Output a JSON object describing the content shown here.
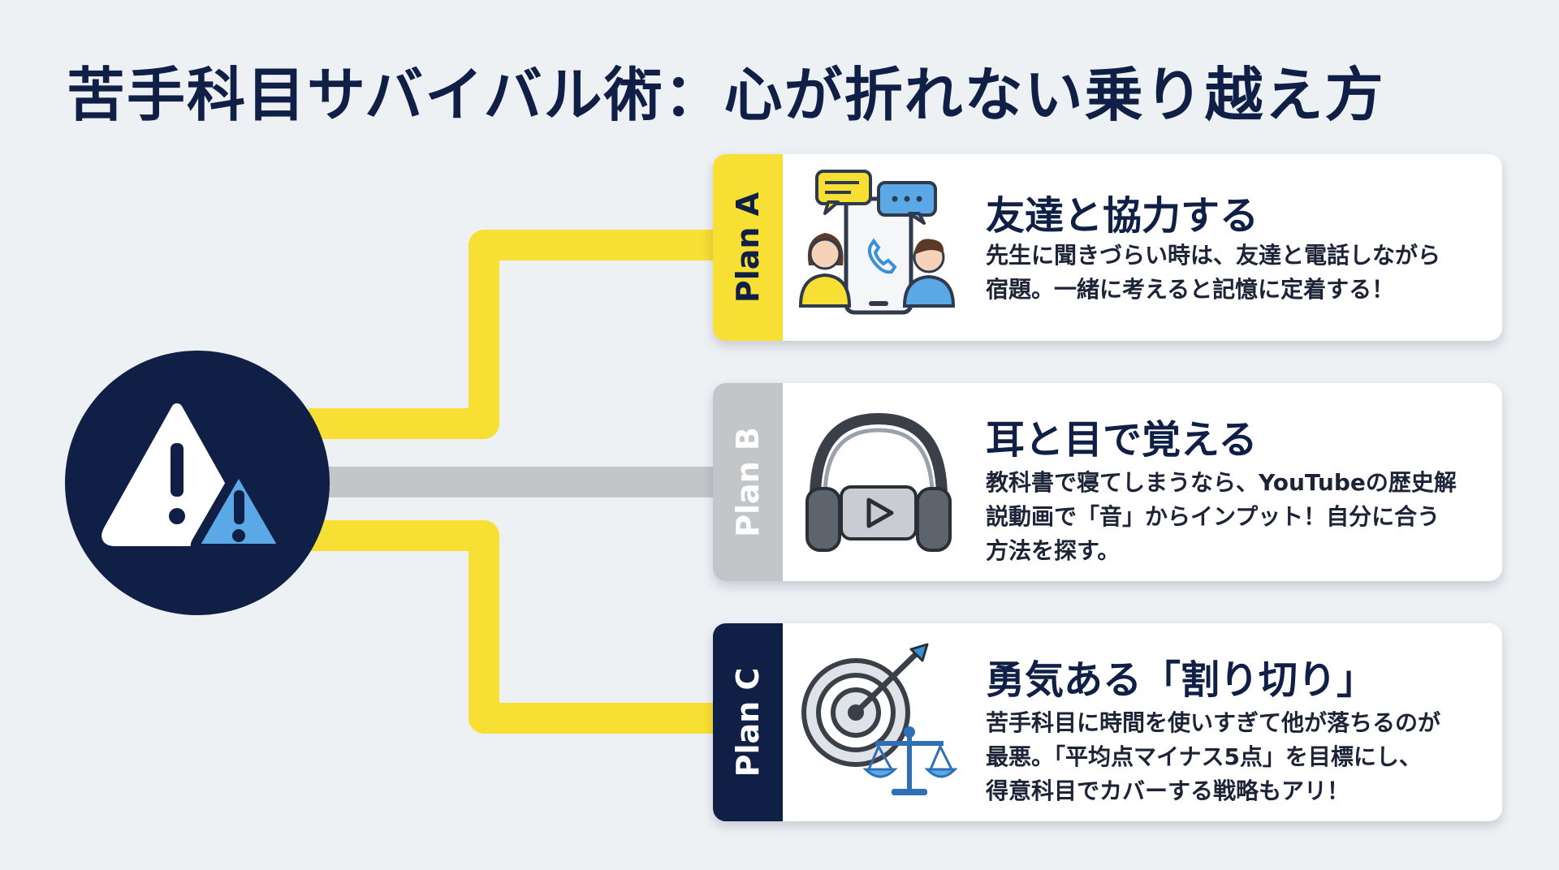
{
  "title": "苦手科目サバイバル術：心が折れない乗り越え方",
  "hub": {
    "icon": "warning-icon",
    "colors": {
      "circle": "#0f1f45",
      "primary_triangle": "#ffffff",
      "secondary_triangle": "#5aa9e6"
    }
  },
  "plans": [
    {
      "label": "Plan A",
      "heading": "友達と協力する",
      "body_lines": [
        "先生に聞きづらい時は、友達と電話しながら",
        "宿題。一緒に考えると記憶に定着する！"
      ],
      "icon": "friends-phone-call-icon",
      "tab_color": "#f7df33",
      "connector_color": "#f7df33"
    },
    {
      "label": "Plan B",
      "heading": "耳と目で覚える",
      "body_lines": [
        "教科書で寝てしまうなら、YouTubeの歴史解",
        "説動画で「音」からインプット！自分に合う",
        "方法を探す。"
      ],
      "icon": "headphones-video-icon",
      "tab_color": "#c2c6c9",
      "connector_color": "#c2c6c9"
    },
    {
      "label": "Plan C",
      "heading": "勇気ある「割り切り」",
      "body_lines": [
        "苦手科目に時間を使いすぎて他が落ちるのが",
        "最悪。「平均点マイナス5点」を目標にし、",
        "得意科目でカバーする戦略もアリ！"
      ],
      "icon": "target-scale-icon",
      "tab_color": "#0f1f45",
      "connector_color": "#f7df33"
    }
  ]
}
